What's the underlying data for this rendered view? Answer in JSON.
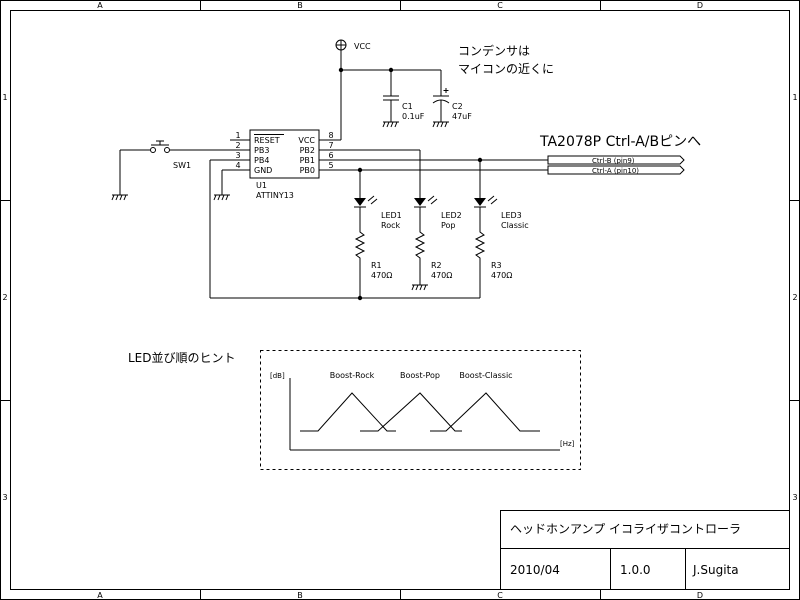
{
  "frame": {
    "columns": [
      "A",
      "B",
      "C",
      "D"
    ],
    "rows": [
      "1",
      "2",
      "3"
    ]
  },
  "power": {
    "vcc": "VCC"
  },
  "capacitors": [
    {
      "ref": "C1",
      "value": "0.1uF"
    },
    {
      "ref": "C2",
      "value": "47uF"
    }
  ],
  "capacitor_note": {
    "line1": "コンデンサは",
    "line2": "マイコンの近くに"
  },
  "switch": {
    "ref": "SW1"
  },
  "mcu": {
    "ref": "U1",
    "part": "ATTINY13",
    "pins_left": [
      {
        "num": "1",
        "name": "RESET"
      },
      {
        "num": "2",
        "name": "PB3"
      },
      {
        "num": "3",
        "name": "PB4"
      },
      {
        "num": "4",
        "name": "GND"
      }
    ],
    "pins_right": [
      {
        "num": "8",
        "name": "VCC"
      },
      {
        "num": "7",
        "name": "PB2"
      },
      {
        "num": "6",
        "name": "PB1"
      },
      {
        "num": "5",
        "name": "PB0"
      }
    ]
  },
  "connector": {
    "title": "TA2078P Ctrl-A/Bピンへ",
    "signals": [
      "Ctrl-B (pin9)",
      "Ctrl-A (pin10)"
    ]
  },
  "leds": [
    {
      "ref": "LED1",
      "label": "Rock"
    },
    {
      "ref": "LED2",
      "label": "Pop"
    },
    {
      "ref": "LED3",
      "label": "Classic"
    }
  ],
  "resistors": [
    {
      "ref": "R1",
      "value": "470Ω"
    },
    {
      "ref": "R2",
      "value": "470Ω"
    },
    {
      "ref": "R3",
      "value": "470Ω"
    }
  ],
  "hint": {
    "title": "LED並び順のヒント",
    "y_unit": "[dB]",
    "x_unit": "[Hz]",
    "curves": [
      "Boost-Rock",
      "Boost-Pop",
      "Boost-Classic"
    ]
  },
  "title_block": {
    "title": "ヘッドホンアンプ イコライザコントローラ",
    "date": "2010/04",
    "version": "1.0.0",
    "author": "J.Sugita"
  }
}
